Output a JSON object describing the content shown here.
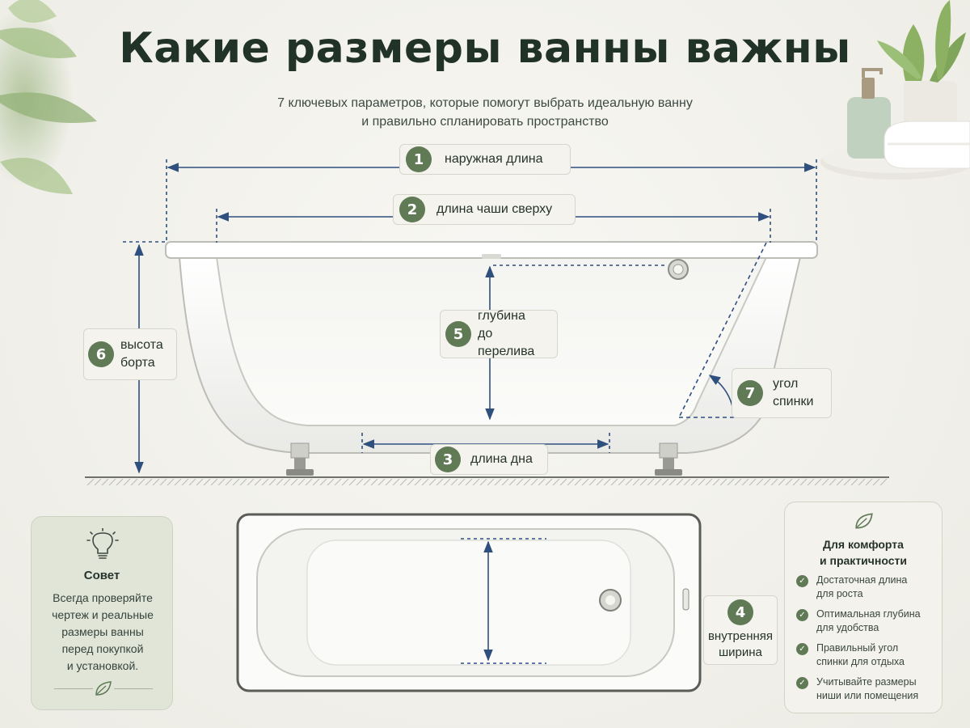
{
  "title": "Какие размеры ванны важны",
  "subtitle": {
    "line1": "7 ключевых параметров, которые помогут выбрать идеальную ванну",
    "line2": "и правильно спланировать пространство"
  },
  "colors": {
    "accent": "#5f7a55",
    "dimension_line": "#2f4f7e",
    "background": "#f3f2ed"
  },
  "dimensions": [
    {
      "number": "1",
      "label": "наружная длина"
    },
    {
      "number": "2",
      "label": "длина чаши сверху"
    },
    {
      "number": "3",
      "label": "длина дна"
    },
    {
      "number": "4",
      "label_line1": "внутренняя",
      "label_line2": "ширина"
    },
    {
      "number": "5",
      "label_line1": "глубина",
      "label_line2": "до перелива"
    },
    {
      "number": "6",
      "label_line1": "высота",
      "label_line2": "борта"
    },
    {
      "number": "7",
      "label_line1": "угол",
      "label_line2": "спинки"
    }
  ],
  "tip": {
    "icon": "lightbulb-icon",
    "title": "Совет",
    "lines": [
      "Всегда проверяйте",
      "чертеж и реальные",
      "размеры ванны",
      "перед покупкой",
      "и установкой."
    ],
    "footer_icon": "leaf-icon"
  },
  "comfort": {
    "icon": "leaf-icon",
    "title_line1": "Для комфорта",
    "title_line2": "и практичности",
    "items": [
      {
        "line1": "Достаточная длина",
        "line2": "для роста"
      },
      {
        "line1": "Оптимальная глубина",
        "line2": "для удобства"
      },
      {
        "line1": "Правильный угол",
        "line2": "спинки для отдыха"
      },
      {
        "line1": "Учитывайте размеры",
        "line2": "ниши или помещения"
      }
    ]
  }
}
